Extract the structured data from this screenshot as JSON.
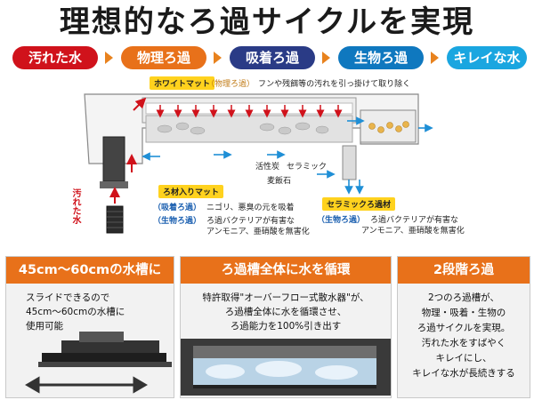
{
  "title": "理想的なろ過サイクルを実現",
  "steps": [
    {
      "label": "汚れた水",
      "color": "#d0121b"
    },
    {
      "label": "物理ろ過",
      "color": "#e8711a"
    },
    {
      "label": "吸着ろ過",
      "color": "#2a3b86"
    },
    {
      "label": "生物ろ過",
      "color": "#0f78bf"
    },
    {
      "label": "キレイな水",
      "color": "#1aa6e0"
    }
  ],
  "diagram": {
    "white_mat": "ホワイトマット",
    "white_mat_kind": "（物理ろ過）",
    "white_mat_desc": "フンや残餌等の汚れを引っ掛けて取り除く",
    "dirty_water_vertical": "汚れた水",
    "activated_carbon": "活性炭",
    "ceramic": "セラミック",
    "bakuhan": "麦飯石",
    "filter_mat": "ろ材入りマット",
    "filter_adsorb_kind": "（吸着ろ過）",
    "filter_adsorb_desc": "ニゴリ、悪臭の元を吸着",
    "filter_bio_kind": "（生物ろ過）",
    "filter_bio_desc1": "ろ過バクテリアが有害な",
    "filter_bio_desc2": "アンモニア、亜硝酸を無害化",
    "ceramic_media": "セラミックろ過材",
    "ceramic_bio_kind": "（生物ろ過）",
    "ceramic_bio_desc1": "ろ過バクテリアが有害な",
    "ceramic_bio_desc2": "アンモニア、亜硝酸を無害化"
  },
  "panels": [
    {
      "header": "45cm～60cmの水槽に",
      "lines": [
        "スライドできるので",
        "45cm～60cmの水槽に",
        "使用可能"
      ]
    },
    {
      "header": "ろ過槽全体に水を循環",
      "lines": [
        "特許取得\"オーバーフロー式散水器\"が、",
        "ろ過槽全体に水を循環させ、",
        "ろ過能力を100%引き出す"
      ]
    },
    {
      "header": "2段階ろ過",
      "lines": [
        "2つのろ過槽が、",
        "物理・吸着・生物の",
        "ろ過サイクルを実現。",
        "汚れた水をすばやく",
        "キレイにし、",
        "キレイな水が長続きする"
      ]
    }
  ],
  "colors": {
    "accent_orange": "#e8711a",
    "flow_blue": "#1f8fd6",
    "flow_red": "#d0121b",
    "mat_yellow": "#ffd21e"
  }
}
